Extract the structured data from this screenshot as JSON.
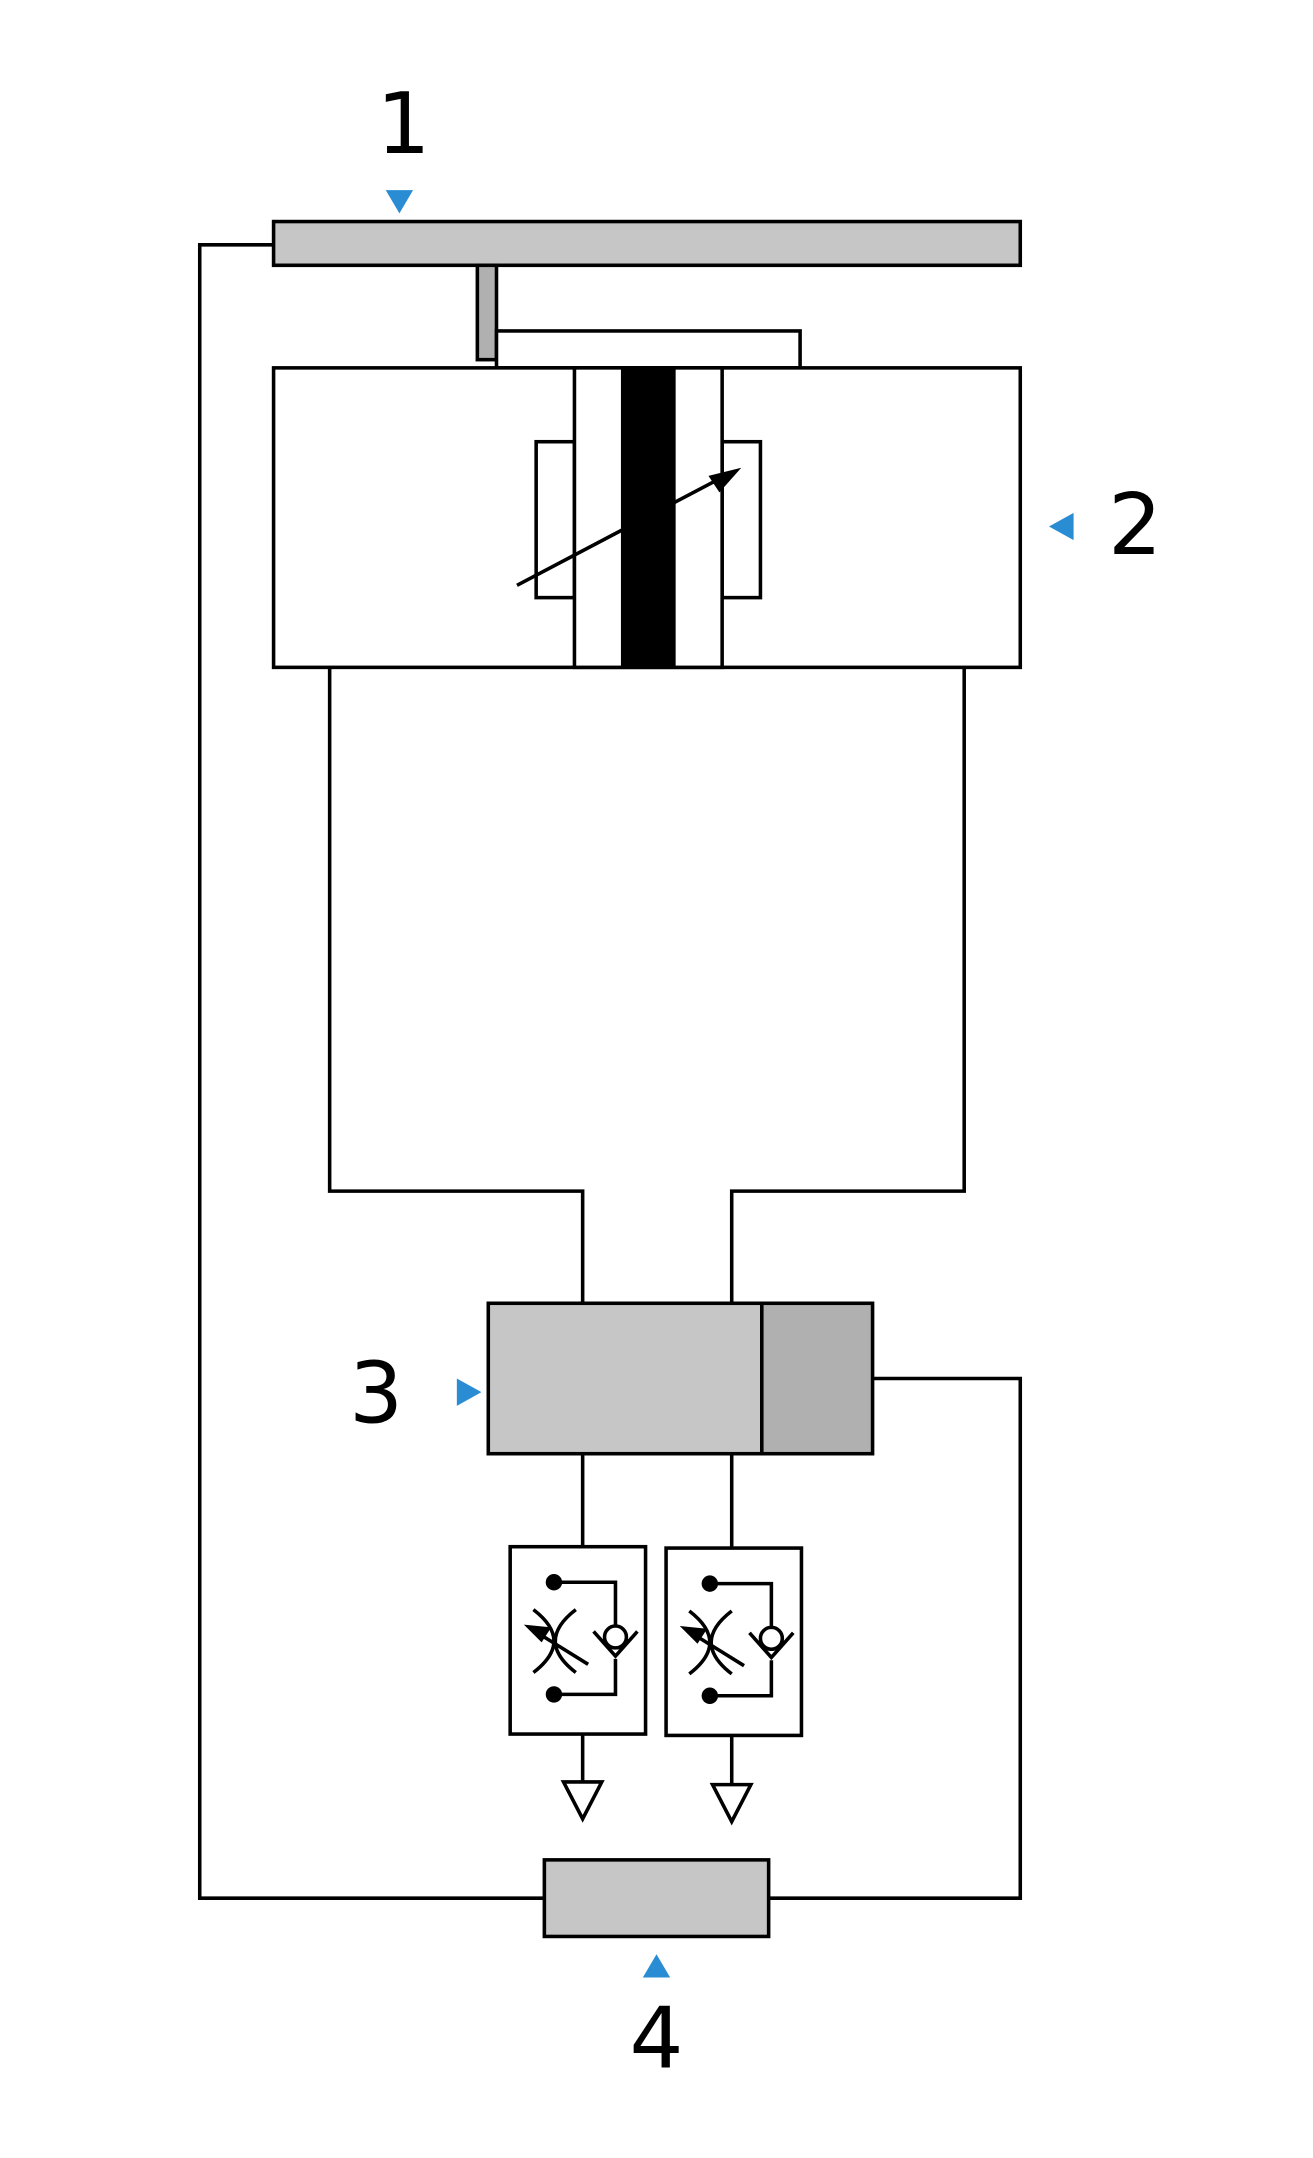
{
  "labels": {
    "component_1": "1",
    "component_2": "2",
    "component_3": "3",
    "component_4": "4"
  },
  "colors": {
    "marker": "#2a8dd4",
    "component_fill": "#c6c6c6",
    "component_dark_fill": "#b0b0b0",
    "line": "#000000"
  },
  "icons": {
    "marker": "triangle-pointer-icon",
    "flow_control_valve": "throttle-check-valve-icon",
    "exhaust": "exhaust-triangle-icon"
  }
}
